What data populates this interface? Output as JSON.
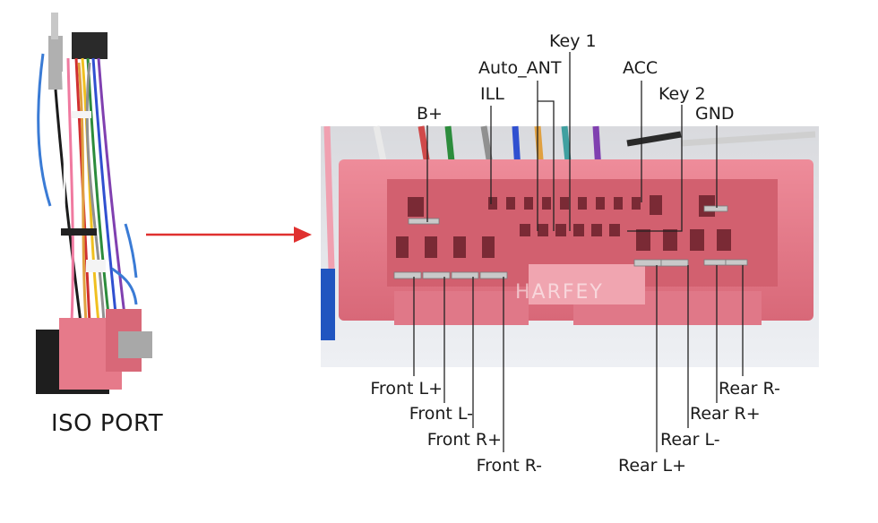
{
  "left_caption": "ISO PORT",
  "watermark": "HARFEY",
  "colors": {
    "connector": "#e67a8a",
    "connector_dark": "#c65868",
    "arrow": "#e0302f",
    "leader": "#222222"
  },
  "top_pins": [
    {
      "key": "key1",
      "label": "Key 1"
    },
    {
      "key": "auto_ant",
      "label": "Auto_ANT"
    },
    {
      "key": "acc",
      "label": "ACC"
    },
    {
      "key": "ill",
      "label": "ILL"
    },
    {
      "key": "key2",
      "label": "Key 2"
    },
    {
      "key": "bplus",
      "label": "B+"
    },
    {
      "key": "gnd",
      "label": "GND"
    }
  ],
  "bottom_pins": [
    {
      "key": "front_l_plus",
      "label": "Front L+"
    },
    {
      "key": "front_l_minus",
      "label": "Front L-"
    },
    {
      "key": "front_r_plus",
      "label": "Front R+"
    },
    {
      "key": "front_r_minus",
      "label": "Front R-"
    },
    {
      "key": "rear_r_minus",
      "label": "Rear R-"
    },
    {
      "key": "rear_r_plus",
      "label": "Rear R+"
    },
    {
      "key": "rear_l_minus",
      "label": "Rear L-"
    },
    {
      "key": "rear_l_plus",
      "label": "Rear L+"
    }
  ]
}
